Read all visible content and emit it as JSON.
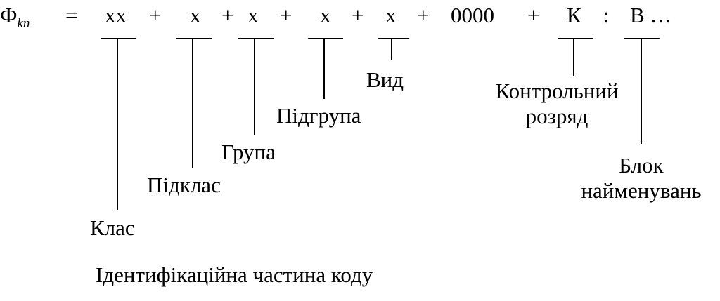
{
  "formula": {
    "symbol": "Ф",
    "subscript": "kn",
    "equals": "=",
    "segments": [
      "xx",
      "x",
      "x",
      "x",
      "x",
      "0000",
      "К",
      "В …"
    ],
    "plus": "+",
    "colon": ":"
  },
  "labels": {
    "class": "Клас",
    "subclass": "Підклас",
    "group": "Група",
    "subgroup": "Підгрупа",
    "kind": "Вид",
    "control_line1": "Контрольний",
    "control_line2": "розряд",
    "block_line1": "Блок",
    "block_line2": "найменувань"
  },
  "caption": "Ідентифікаційна частина коду"
}
